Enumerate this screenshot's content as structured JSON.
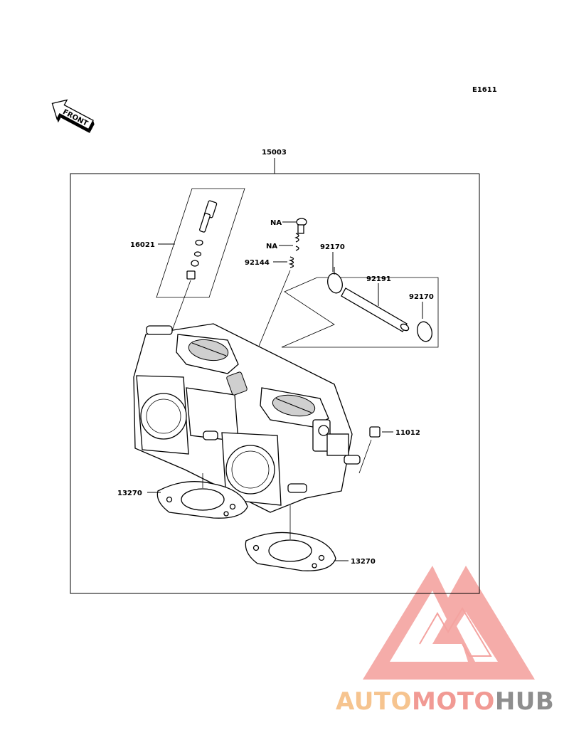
{
  "diagram_code": "E1611",
  "front_label": "FRONT",
  "assembly_part": "15003",
  "parts": {
    "injector": "16021",
    "screw_na": "NA",
    "spring_na": "NA",
    "spring": "92144",
    "clamp_left": "92170",
    "hose": "92191",
    "clamp_right": "92170",
    "cap": "11012",
    "gasket_left": "13270",
    "gasket_right": "13270"
  },
  "watermark": {
    "text_part1": "AUTO",
    "text_part2": "MOTO",
    "text_part3": "HUB",
    "color1": "#f6c48f",
    "color2": "#f19a94",
    "color3": "#8e8e8e"
  }
}
